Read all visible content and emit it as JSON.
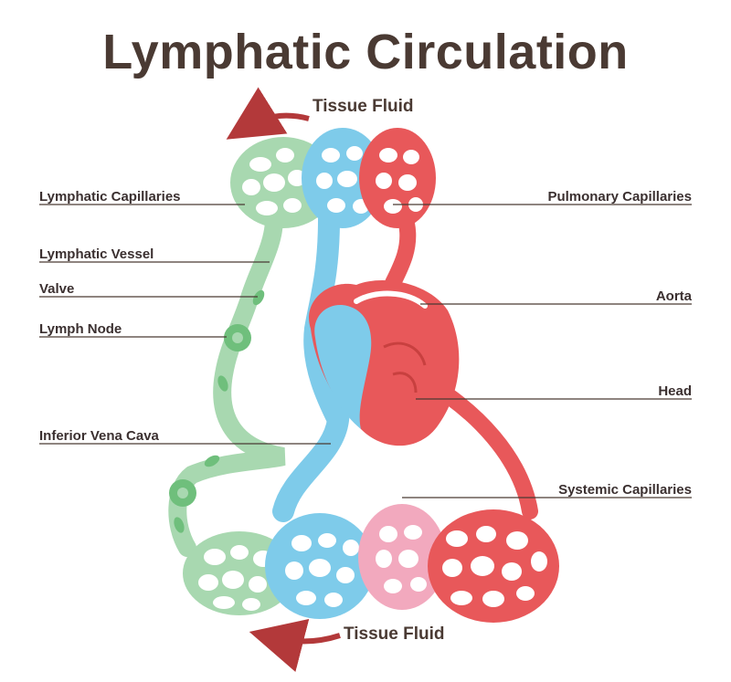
{
  "title": "Lymphatic Circulation",
  "tissue_fluid_top": "Tissue Fluid",
  "tissue_fluid_bottom": "Tissue Fluid",
  "labels_left": [
    "Lymphatic Capillaries",
    "Lymphatic Vessel",
    "Valve",
    "Lymph Node",
    "Inferior Vena Cava"
  ],
  "labels_right": [
    "Pulmonary Capillaries",
    "Aorta",
    "Head",
    "Systemic Capillaries"
  ],
  "colors": {
    "title": "#4a3a33",
    "lymph": "#a8d8b0",
    "blue": "#7ecbea",
    "red": "#e8585a",
    "pink": "#f2a9be",
    "arrow": "#b3393a"
  }
}
